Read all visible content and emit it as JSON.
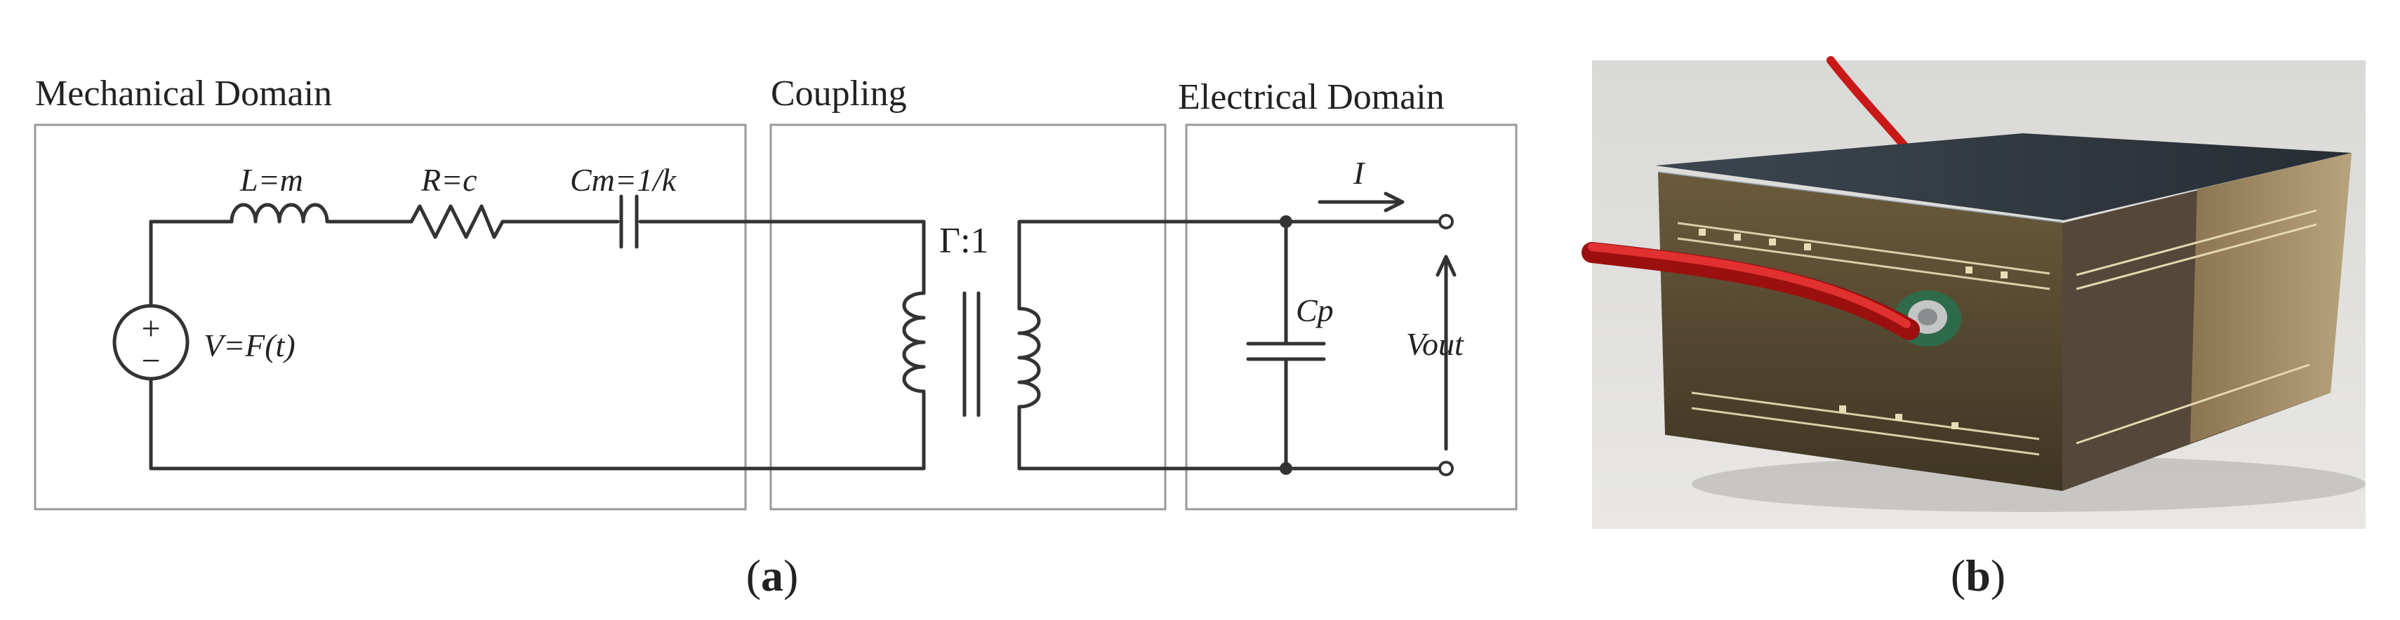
{
  "diagram": {
    "domains": {
      "mechanical": "Mechanical Domain",
      "coupling": "Coupling",
      "electrical": "Electrical Domain"
    },
    "components": {
      "inductor": "L=m",
      "resistor": "R=c",
      "capacitor_m": "Cm=1/k",
      "source": "V=F(t)",
      "transformer": "Γ:1",
      "capacitor_p": "Cp",
      "current": "I",
      "output": "Vout"
    },
    "source_symbols": {
      "plus": "+",
      "minus": "−"
    }
  },
  "panels": {
    "a": {
      "open": "(",
      "letter": "a",
      "close": ")"
    },
    "b": {
      "open": "(",
      "letter": "b",
      "close": ")"
    }
  }
}
